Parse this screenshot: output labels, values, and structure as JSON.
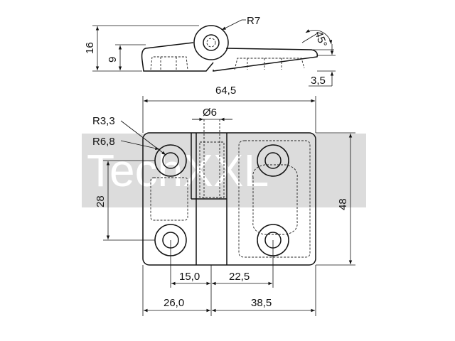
{
  "watermark": {
    "text": "TechXXL"
  },
  "dimensions": {
    "r7": "R7",
    "h16": "16",
    "h9": "9",
    "angle45": "45°",
    "t35": "3,5",
    "w645": "64,5",
    "d6": "Ø6",
    "r33": "R3,3",
    "r68": "R6,8",
    "v28": "28",
    "v48": "48",
    "h150": "15,0",
    "h225": "22,5",
    "h260": "26,0",
    "h385": "38,5"
  },
  "colors": {
    "line": "#111111",
    "watermark_band": "#d0d0d0",
    "background": "#ffffff"
  }
}
